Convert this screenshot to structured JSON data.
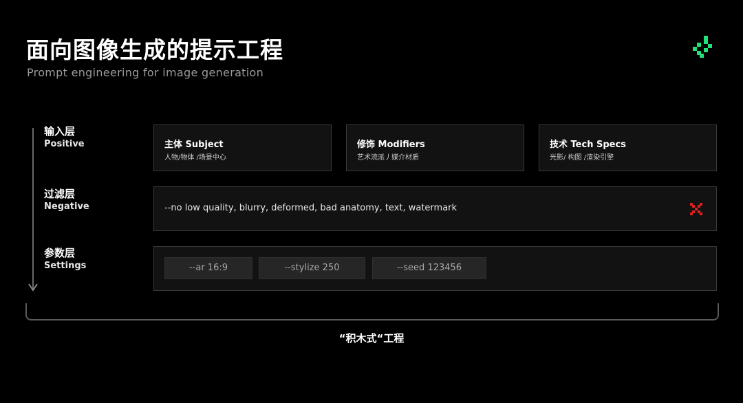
{
  "header": {
    "title": "面向图像生成的提示工程",
    "subtitle": "Prompt engineering for image generation",
    "logo_icon": "green-pixel-code-brackets-icon",
    "logo_color": "#22e07a"
  },
  "layers": [
    {
      "label": "输入层",
      "sublabel": "Positive"
    },
    {
      "label": "过滤层",
      "sublabel": "Negative"
    },
    {
      "label": "参数层",
      "sublabel": "Settings"
    }
  ],
  "positive_cards": [
    {
      "title": "主体 Subject",
      "desc": "人物/物体 /场景中心"
    },
    {
      "title": "修饰 Modifiers",
      "desc": "艺术流派丿媒介材质"
    },
    {
      "title": "技术 Tech Specs",
      "desc": "光影/ 构图 /渲染引擎"
    }
  ],
  "negative": {
    "text": "--no low quality, blurry, deformed, bad anatomy, text, watermark",
    "icon": "red-x-icon",
    "icon_color": "#e02020"
  },
  "settings": {
    "params": [
      "--ar 16:9",
      "--stylize 250",
      "--seed 123456"
    ]
  },
  "caption": "“积木式“工程"
}
